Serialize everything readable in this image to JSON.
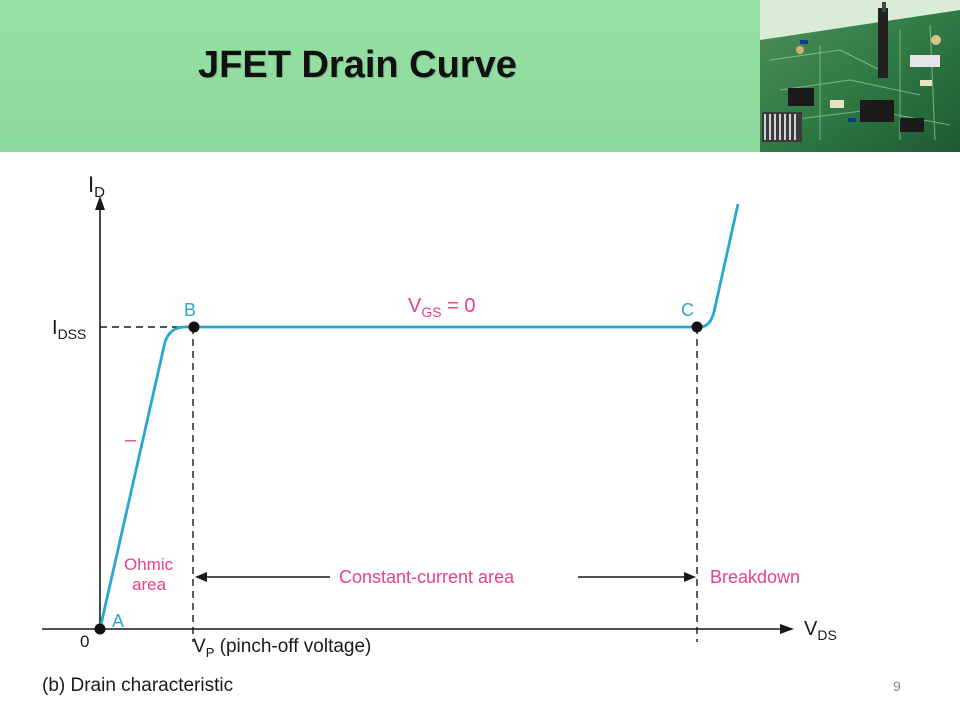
{
  "slide": {
    "title": "JFET Drain Curve",
    "page_number": "9"
  },
  "diagram": {
    "y_axis_label_main": "I",
    "y_axis_label_sub": "D",
    "x_axis_label_main": "V",
    "x_axis_label_sub": "DS",
    "idss_label_main": "I",
    "idss_label_sub": "DSS",
    "origin_label": "0",
    "point_a": "A",
    "point_b": "B",
    "point_c": "C",
    "vgs_main": "V",
    "vgs_sub": "GS",
    "vgs_value": " = 0",
    "ohmic_line1": "Ohmic",
    "ohmic_line2": "area",
    "constant_current": "Constant-current area",
    "breakdown": "Breakdown",
    "vp_main": "V",
    "vp_sub": "P",
    "vp_rest": " (pinch-off voltage)",
    "caption": "(b) Drain characteristic",
    "slope_mark": "–"
  },
  "colors": {
    "header_bg": "#8bd99a",
    "curve": "#2aa7d0",
    "annotation": "#e8408a",
    "axis": "#1a1a1a"
  },
  "icons": [
    "circuit-board-photo"
  ]
}
